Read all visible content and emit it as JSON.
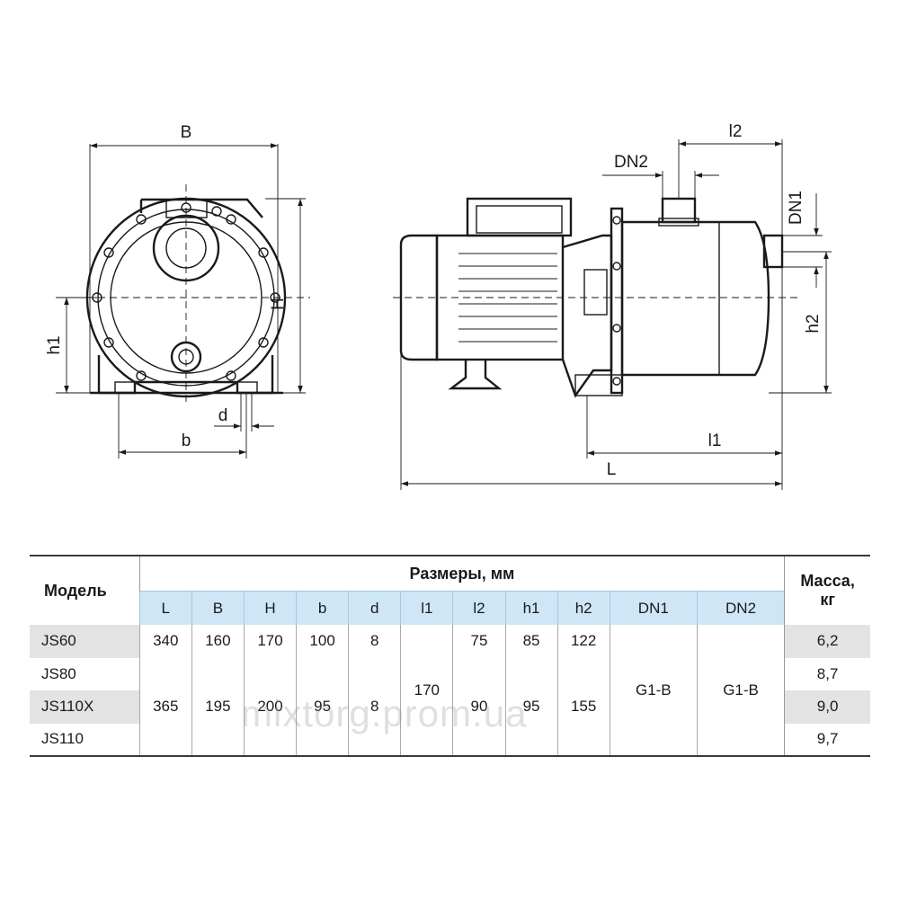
{
  "dimension_labels": {
    "B": "B",
    "H": "H",
    "h1": "h1",
    "b": "b",
    "d": "d",
    "l2": "l2",
    "DN2": "DN2",
    "DN1": "DN1",
    "h2": "h2",
    "l1": "l1",
    "L": "L"
  },
  "table": {
    "model_header": "Модель",
    "group_header": "Размеры, мм",
    "mass_header_line1": "Масса,",
    "mass_header_line2": "кг",
    "columns": [
      "L",
      "B",
      "H",
      "b",
      "d",
      "l1",
      "l2",
      "h1",
      "h2",
      "DN1",
      "DN2"
    ],
    "models": [
      "JS60",
      "JS80",
      "JS110X",
      "JS110"
    ],
    "row1": {
      "L": "340",
      "B": "160",
      "H": "170",
      "b": "100",
      "d": "8",
      "l2": "75",
      "h1": "85",
      "h2": "122"
    },
    "row2": {
      "L": "365",
      "B": "195",
      "H": "200",
      "b": "95",
      "d": "8",
      "l2": "90",
      "h1": "95",
      "h2": "155"
    },
    "merged": {
      "l1": "170",
      "DN1": "G1-B",
      "DN2": "G1-B"
    },
    "mass": [
      "6,2",
      "8,7",
      "9,0",
      "9,7"
    ]
  },
  "watermark": "mixtorg.prom.ua",
  "colors": {
    "header_fill": "#cfe6f6",
    "row_shade": "#e3e3e3",
    "line": "#1a1a1a"
  }
}
